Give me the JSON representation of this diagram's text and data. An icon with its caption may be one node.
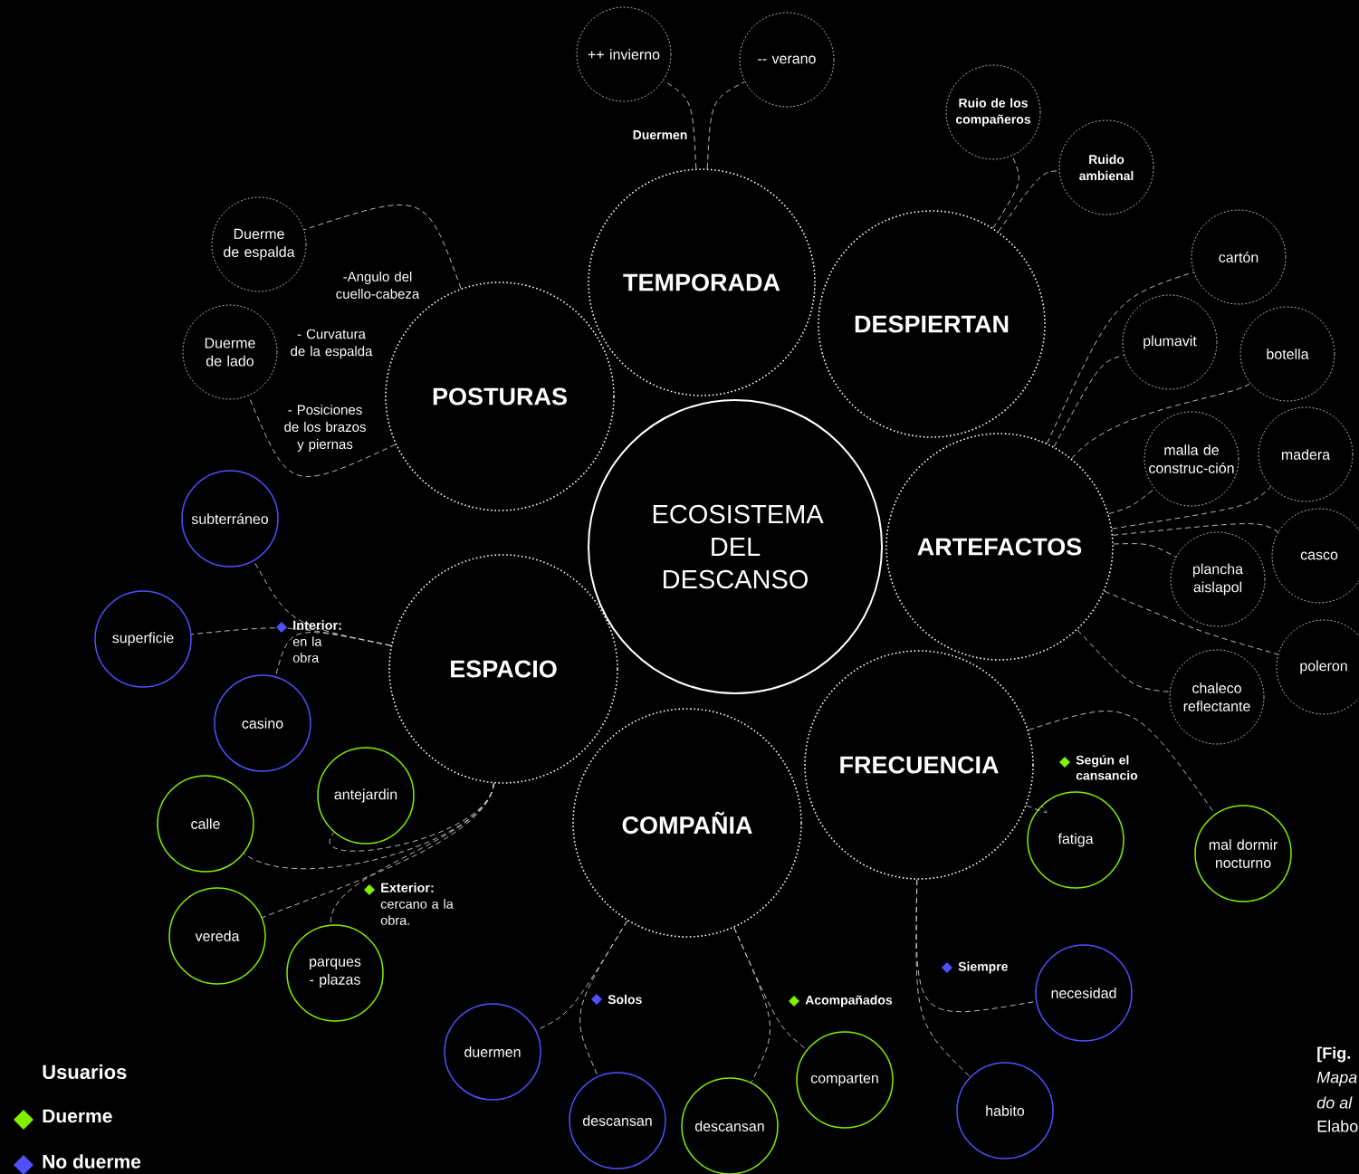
{
  "diagram": {
    "nodes": [
      {
        "text": [
          "ECOSISTEMA DEL DESCANSO"
        ]
      },
      {
        "text": [
          "TEMPORADA"
        ]
      },
      {
        "text": [
          "DESPIERTAN"
        ]
      },
      {
        "text": [
          "POSTURAS"
        ]
      },
      {
        "text": [
          "ARTEFACTOS"
        ]
      },
      {
        "text": [
          "ESPACIO"
        ]
      },
      {
        "text": [
          "FRECUENCIA"
        ]
      },
      {
        "text": [
          "COMPAÑIA"
        ]
      },
      {
        "text": [
          "++ invierno"
        ]
      },
      {
        "text": [
          "-- verano"
        ]
      },
      {
        "text": [
          "Ruio de los compañeros"
        ]
      },
      {
        "text": [
          "Ruido ambienal"
        ]
      },
      {
        "text": [
          "Duerme de espalda"
        ]
      },
      {
        "text": [
          "Duerme de lado"
        ]
      },
      {
        "text": [
          "cartón"
        ]
      },
      {
        "text": [
          "plumavit"
        ]
      },
      {
        "text": [
          "botella"
        ]
      },
      {
        "text": [
          "malla de construc-ción"
        ]
      },
      {
        "text": [
          "madera"
        ]
      },
      {
        "text": [
          "plancha aislapol"
        ]
      },
      {
        "text": [
          "casco"
        ]
      },
      {
        "text": [
          "poleron"
        ]
      },
      {
        "text": [
          "chaleco reflectante"
        ]
      },
      {
        "text": [
          "subterráneo"
        ]
      },
      {
        "text": [
          "superficie"
        ]
      },
      {
        "text": [
          "casino"
        ]
      },
      {
        "text": [
          "antejardin"
        ]
      },
      {
        "text": [
          "calle"
        ]
      },
      {
        "text": [
          "vereda"
        ]
      },
      {
        "text": [
          "parques - plazas"
        ]
      },
      {
        "text": [
          "duermen"
        ]
      },
      {
        "text": [
          "descansan"
        ]
      },
      {
        "text": [
          "descansan"
        ]
      },
      {
        "text": [
          "comparten"
        ]
      },
      {
        "text": [
          "fatiga"
        ]
      },
      {
        "text": [
          "mal dormir nocturno"
        ]
      },
      {
        "text": [
          "necesidad"
        ]
      },
      {
        "text": [
          "habito"
        ]
      }
    ],
    "edges": [
      {
        "from": 1,
        "to": 8,
        "arrow": "none",
        "style": "dashed"
      },
      {
        "from": 1,
        "to": 9,
        "arrow": "none",
        "style": "dashed"
      },
      {
        "from": 2,
        "to": 10,
        "arrow": "none",
        "style": "dashed"
      },
      {
        "from": 2,
        "to": 11,
        "arrow": "none",
        "style": "dashed"
      },
      {
        "from": 3,
        "to": 12,
        "arrow": "none",
        "style": "dashed"
      },
      {
        "from": 3,
        "to": 13,
        "arrow": "none",
        "style": "dashed"
      },
      {
        "from": 4,
        "to": 14,
        "arrow": "none",
        "style": "dashed"
      },
      {
        "from": 4,
        "to": 15,
        "arrow": "none",
        "style": "dashed"
      },
      {
        "from": 4,
        "to": 16,
        "arrow": "none",
        "style": "dashed"
      },
      {
        "from": 4,
        "to": 17,
        "arrow": "none",
        "style": "dashed"
      },
      {
        "from": 4,
        "to": 18,
        "arrow": "none",
        "style": "dashed"
      },
      {
        "from": 4,
        "to": 19,
        "arrow": "none",
        "style": "dashed"
      },
      {
        "from": 4,
        "to": 20,
        "arrow": "none",
        "style": "dashed"
      },
      {
        "from": 4,
        "to": 21,
        "arrow": "none",
        "style": "dashed"
      },
      {
        "from": 4,
        "to": 22,
        "arrow": "none",
        "style": "dashed"
      },
      {
        "from": 5,
        "to": 23,
        "arrow": "none",
        "style": "dashed"
      },
      {
        "from": 5,
        "to": 24,
        "arrow": "none",
        "style": "dashed"
      },
      {
        "from": 5,
        "to": 25,
        "arrow": "none",
        "style": "dashed"
      },
      {
        "from": 5,
        "to": 26,
        "arrow": "none",
        "style": "dashed"
      },
      {
        "from": 5,
        "to": 27,
        "arrow": "none",
        "style": "dashed"
      },
      {
        "from": 5,
        "to": 28,
        "arrow": "none",
        "style": "dashed"
      },
      {
        "from": 5,
        "to": 29,
        "arrow": "none",
        "style": "dashed"
      },
      {
        "from": 7,
        "to": 30,
        "arrow": "none",
        "style": "dashed"
      },
      {
        "from": 7,
        "to": 31,
        "arrow": "none",
        "style": "dashed"
      },
      {
        "from": 7,
        "to": 32,
        "arrow": "none",
        "style": "dashed"
      },
      {
        "from": 7,
        "to": 33,
        "arrow": "none",
        "style": "dashed"
      },
      {
        "from": 6,
        "to": 34,
        "arrow": "none",
        "style": "dashed"
      },
      {
        "from": 6,
        "to": 35,
        "arrow": "none",
        "style": "dashed"
      },
      {
        "from": 6,
        "to": 36,
        "arrow": "none",
        "style": "dashed"
      },
      {
        "from": 6,
        "to": 37,
        "arrow": "none",
        "style": "dashed"
      }
    ],
    "labels": [
      "Duermen",
      "-Angulo del cuello-cabeza",
      "- Curvatura de la espalda",
      "- Posiciones de los brazos y piernas",
      "**Interior:** en la obra",
      "**Exterior:** cercano a la obra.",
      "Solos",
      "Acompañados",
      "Según el cansancio",
      "Siempre",
      "Usuarios",
      "[Fig.",
      "Mapa",
      "do al",
      "Elabo"
    ],
    "legend": [
      {
        "text": "Duerme",
        "color": "#80f000"
      },
      {
        "text": "No duerme",
        "color": "#5050ff"
      }
    ]
  }
}
